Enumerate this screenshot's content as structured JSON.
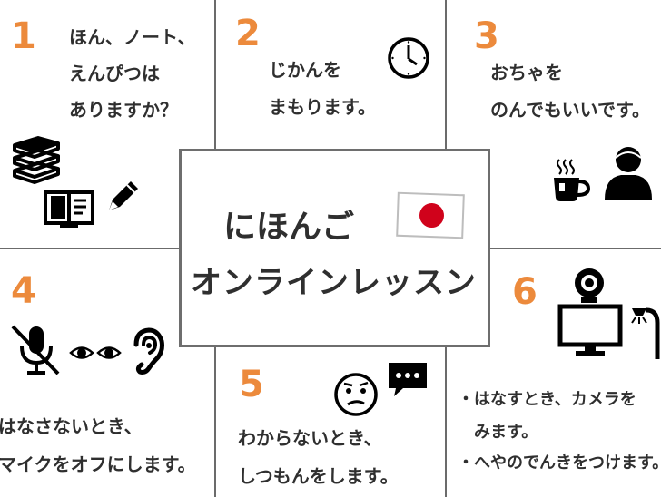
{
  "center": {
    "title_line1": "にほんご",
    "title_line2": "オンラインレッスン"
  },
  "panels": [
    {
      "number": "1",
      "lines": [
        "ほん、ノート、",
        "えんぴつは",
        "ありますか？"
      ]
    },
    {
      "number": "2",
      "lines": [
        "じかんを",
        "まもります。"
      ]
    },
    {
      "number": "3",
      "lines": [
        "おちゃを",
        "のんでもいいです。"
      ]
    },
    {
      "number": "4",
      "lines": [
        "はなさないとき、",
        "マイクをオフにします。"
      ]
    },
    {
      "number": "5",
      "lines": [
        "わからないとき、",
        "しつもんをします。"
      ]
    },
    {
      "number": "6",
      "lines": [
        "・はなすとき、カメラを",
        "　みます。",
        "・へやのでんきをつけます。"
      ]
    }
  ],
  "icons": {
    "books": "books-stack-icon",
    "open_book": "open-book-icon",
    "pencil": "pencil-icon",
    "clock": "clock-icon",
    "tea": "hot-tea-cup-icon",
    "person": "person-icon",
    "mute_mic": "muted-microphone-icon",
    "eyes": "eyes-icon",
    "ear": "ear-icon",
    "confused": "confused-face-icon",
    "speech": "speech-bubble-icon",
    "webcam": "webcam-icon",
    "monitor": "monitor-icon",
    "lamp": "desk-lamp-icon",
    "flag": "japan-flag-icon"
  },
  "colors": {
    "number_accent": "#ec8a3c",
    "flag_red": "#d0021b",
    "grid_line": "#6b6b6b"
  }
}
